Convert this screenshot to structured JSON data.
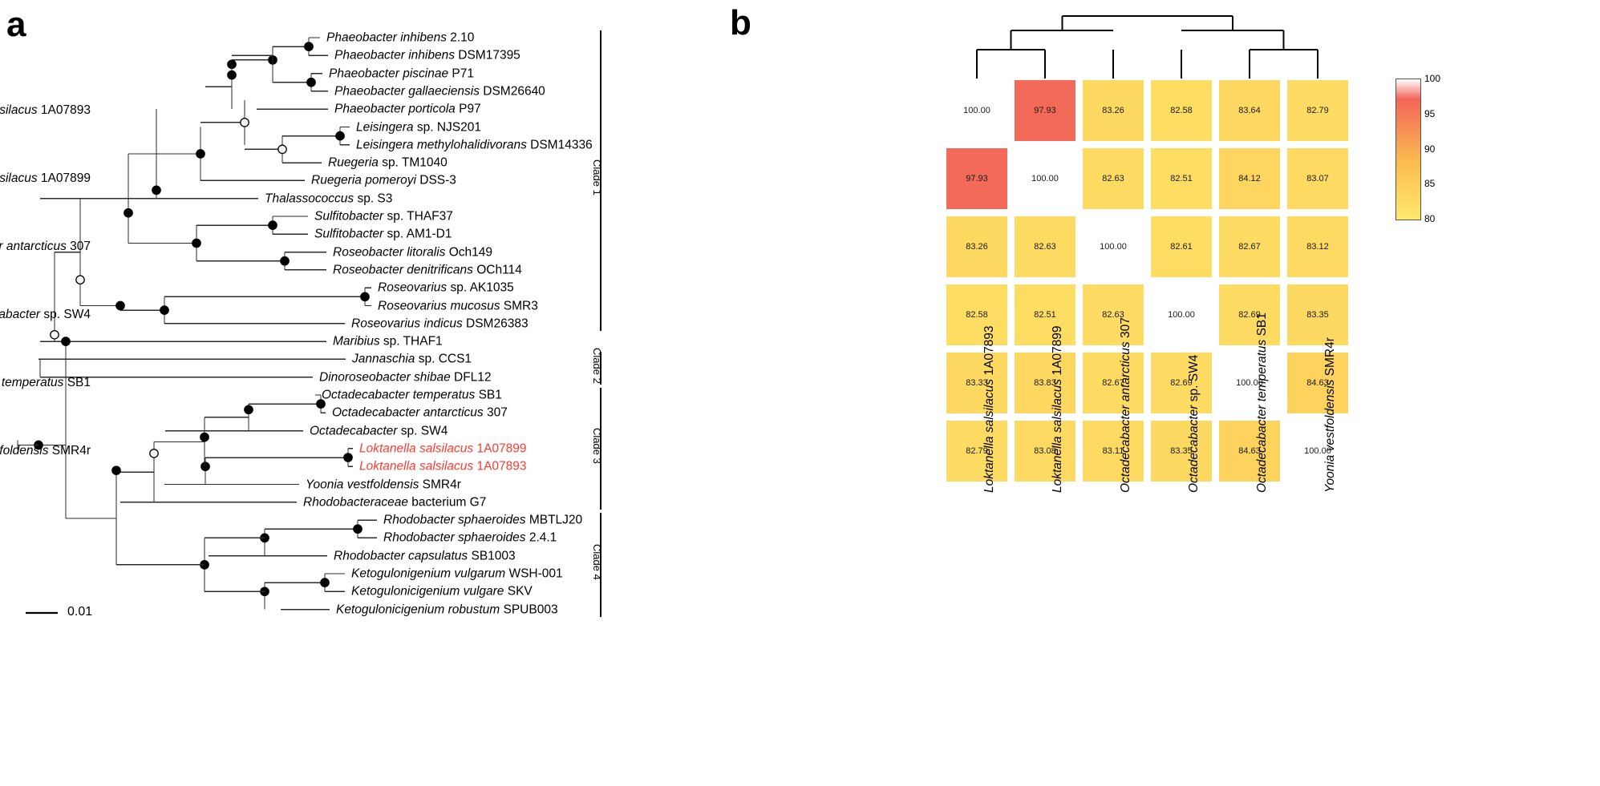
{
  "panels": {
    "a_letter": "a",
    "b_letter": "b"
  },
  "tree": {
    "scale_label": "0.01",
    "taxa": [
      {
        "genus": "Phaeobacter inhibens",
        "strain": "2.10",
        "red": false
      },
      {
        "genus": "Phaeobacter inhibens",
        "strain": "DSM17395",
        "red": false
      },
      {
        "genus": "Phaeobacter piscinae",
        "strain": "P71",
        "red": false
      },
      {
        "genus": "Phaeobacter gallaeciensis",
        "strain": "DSM26640",
        "red": false
      },
      {
        "genus": "Phaeobacter porticola",
        "strain": "P97",
        "red": false
      },
      {
        "genus": "Leisingera",
        "strain": "sp. NJS201",
        "red": false
      },
      {
        "genus": "Leisingera methylohalidivorans",
        "strain": "DSM14336",
        "red": false
      },
      {
        "genus": "Ruegeria",
        "strain": "sp. TM1040",
        "red": false
      },
      {
        "genus": "Ruegeria pomeroyi",
        "strain": "DSS-3",
        "red": false
      },
      {
        "genus": "Thalassococcus",
        "strain": "sp. S3",
        "red": false
      },
      {
        "genus": "Sulfitobacter",
        "strain": "sp. THAF37",
        "red": false
      },
      {
        "genus": "Sulfitobacter",
        "strain": "sp. AM1-D1",
        "red": false
      },
      {
        "genus": "Roseobacter litoralis",
        "strain": "Och149",
        "red": false
      },
      {
        "genus": "Roseobacter denitrificans",
        "strain": "OCh114",
        "red": false
      },
      {
        "genus": "Roseovarius",
        "strain": "sp. AK1035",
        "red": false
      },
      {
        "genus": "Roseovarius mucosus",
        "strain": "SMR3",
        "red": false
      },
      {
        "genus": "Roseovarius indicus",
        "strain": "DSM26383",
        "red": false
      },
      {
        "genus": "Maribius",
        "strain": "sp. THAF1",
        "red": false
      },
      {
        "genus": "Jannaschia",
        "strain": "sp. CCS1",
        "red": false
      },
      {
        "genus": "Dinoroseobacter shibae",
        "strain": "DFL12",
        "red": false
      },
      {
        "genus": "Octadecabacter temperatus",
        "strain": "SB1",
        "red": false
      },
      {
        "genus": "Octadecabacter antarcticus",
        "strain": "307",
        "red": false
      },
      {
        "genus": "Octadecabacter",
        "strain": "sp. SW4",
        "red": false
      },
      {
        "genus": "Loktanella salsilacus",
        "strain": "1A07899",
        "red": true
      },
      {
        "genus": "Loktanella salsilacus",
        "strain": "1A07893",
        "red": true
      },
      {
        "genus": "Yoonia vestfoldensis",
        "strain": "SMR4r",
        "red": false
      },
      {
        "genus": "Rhodobacteraceae",
        "strain": "bacterium G7",
        "red": false
      },
      {
        "genus": "Rhodobacter sphaeroides",
        "strain": "MBTLJ20",
        "red": false
      },
      {
        "genus": "Rhodobacter sphaeroides",
        "strain": "2.4.1",
        "red": false
      },
      {
        "genus": "Rhodobacter capsulatus",
        "strain": "SB1003",
        "red": false
      },
      {
        "genus": "Ketogulonigenium vulgarum",
        "strain": "WSH-001",
        "red": false
      },
      {
        "genus": "Ketogulonicigenium vulgare",
        "strain": "SKV",
        "red": false
      },
      {
        "genus": "Ketogulonicigenium robustum",
        "strain": "SPUB003",
        "red": false
      }
    ],
    "clades": [
      {
        "label": "Clade 1",
        "first": 0,
        "last": 16
      },
      {
        "label": "Clade 2",
        "first": 18,
        "last": 19
      },
      {
        "label": "Clade 3",
        "first": 20,
        "last": 26
      },
      {
        "label": "Clade 4",
        "first": 27,
        "last": 32
      }
    ]
  },
  "heatmap": {
    "color_accent_high": "#f4645a",
    "color_accent_mid": "#fbbd4f",
    "color_accent_low": "#ffe96b",
    "labels": [
      {
        "genus": "Loktanella salsilacus",
        "strain": "1A07893"
      },
      {
        "genus": "Loktanella salsilacus",
        "strain": "1A07899"
      },
      {
        "genus": "Octadecabacter antarcticus",
        "strain": "307"
      },
      {
        "genus": "Octadecabacter",
        "strain": "sp. SW4"
      },
      {
        "genus": "Octadecabacter temperatus",
        "strain": "SB1"
      },
      {
        "genus": "Yoonia vestfoldensis",
        "strain": "SMR4r"
      }
    ],
    "matrix": [
      [
        "100.00",
        "97.93",
        "83.26",
        "82.58",
        "83.64",
        "82.79"
      ],
      [
        "97.93",
        "100.00",
        "82.63",
        "82.51",
        "84.12",
        "83.07"
      ],
      [
        "83.26",
        "82.63",
        "100.00",
        "82.61",
        "82.67",
        "83.12"
      ],
      [
        "82.58",
        "82.51",
        "82.63",
        "100.00",
        "82.69",
        "83.35"
      ],
      [
        "83.33",
        "83.83",
        "82.67",
        "82.69",
        "100.00",
        "84.63"
      ],
      [
        "82.79",
        "83.08",
        "83.11",
        "83.35",
        "84.63",
        "100.00"
      ]
    ],
    "colorbar": {
      "ticks": [
        "100",
        "95",
        "90",
        "85",
        "80"
      ],
      "min": 80,
      "max": 100
    }
  },
  "chart_data": {
    "type": "heatmap",
    "title": "",
    "categories": [
      "Loktanella salsilacus 1A07893",
      "Loktanella salsilacus 1A07899",
      "Octadecabacter antarcticus 307",
      "Octadecabacter sp. SW4",
      "Octadecabacter temperatus SB1",
      "Yoonia vestfoldensis SMR4r"
    ],
    "xlabel": "",
    "ylabel": "",
    "values": [
      [
        100.0,
        97.93,
        83.26,
        82.58,
        83.64,
        82.79
      ],
      [
        97.93,
        100.0,
        82.63,
        82.51,
        84.12,
        83.07
      ],
      [
        83.26,
        82.63,
        100.0,
        82.61,
        82.67,
        83.12
      ],
      [
        82.58,
        82.51,
        82.63,
        100.0,
        82.69,
        83.35
      ],
      [
        83.33,
        83.83,
        82.67,
        82.69,
        100.0,
        84.63
      ],
      [
        82.79,
        83.08,
        83.11,
        83.35,
        84.63,
        100.0
      ]
    ],
    "colorbar_range": [
      80,
      100
    ],
    "colorbar_ticks": [
      80,
      85,
      90,
      95,
      100
    ],
    "legend_position": "right",
    "grid": false,
    "notes": "ANI percent identity matrix; diagonal 100.00 drawn with no fill; dendrogram above columns"
  }
}
